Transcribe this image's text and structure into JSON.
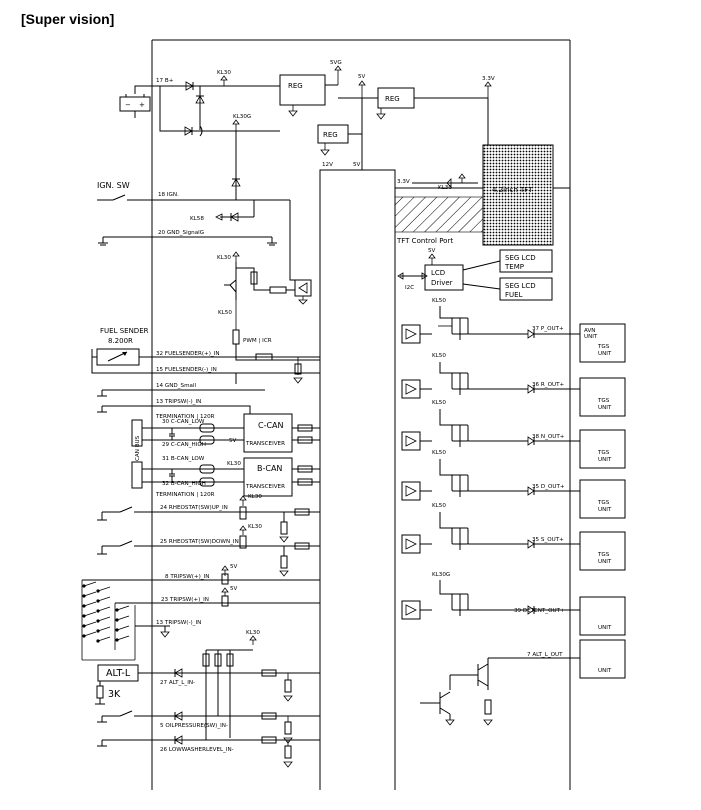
{
  "title": "[Super vision]",
  "labels": {
    "b_plus": "17 B+",
    "kl30_top": "KL30",
    "reg1": "REG",
    "reg2": "REG",
    "reg3": "REG",
    "v5_a": "5VG",
    "v5_b": "5V",
    "v33_a": "3.3V",
    "kl30g": "KL30G",
    "v12": "12V",
    "v5_c": "5V",
    "v33_b": "3.3V",
    "kl30_lcd": "KL30",
    "tft": "4.2inch TFT",
    "tft_port": "TFT Control Port",
    "ign_sw": "IGN. SW",
    "ign": "18 IGN.",
    "kl58": "KL58",
    "gnd_signal": "20 GND_SignalG",
    "kl30_mid": "KL30",
    "kl50": "KL50",
    "pwm": "PWM | ICR",
    "v5_lcd": "5V",
    "seg_temp_1": "SEG LCD",
    "seg_temp_2": "TEMP",
    "lcd_drv_1": "LCD",
    "lcd_drv_2": "Driver",
    "i2c": "I2C",
    "seg_fuel_1": "SEG LCD",
    "seg_fuel_2": "FUEL",
    "fuel_sender": "FUEL SENDER",
    "fuel_ohm": "8.200R",
    "fuel_hi": "32 FUELSENDER(+)_IN",
    "fuel_lo": "15 FUELSENDER(-)_IN",
    "gnd_small": "14 GND_Small",
    "trip_minus": "13 TRIPSW(-)_IN",
    "term1": "TERMINATION | 120R",
    "c_can_low": "30 C-CAN_LOW",
    "c_can_high": "29 C-CAN_HIGH",
    "c_can": "C-CAN",
    "transceiver1": "TRANSCEIVER",
    "can_bus": "CAN BUS",
    "b_can_low": "31 B-CAN_LOW",
    "b_can_high": "32 B-CAN_HIGH",
    "b_can": "B-CAN",
    "transceiver2": "TRANSCEIVER",
    "term2": "TERMINATION | 120R",
    "v5_can": "5V",
    "kl30_can": "KL30",
    "kl30_rheo": "KL30",
    "rheo_up": "24 RHEOSTAT(SW)UP_IN",
    "kl30_rheo2": "KL30",
    "rheo_down": "25 RHEOSTAT(SW)DOWN_IN",
    "v5_trip1": "5V",
    "trip_plus": "8 TRIPSW(+)_IN",
    "v5_trip2": "5V",
    "trip_plus2": "23 TRIPSW(+)_IN",
    "trip_minus2": "13 TRIPSW(-)_IN",
    "alt_l": "ALT-L",
    "r3k": "3K",
    "kl30_alt": "KL30",
    "alt_in": "27 ALT_L_IN-",
    "oil": "5 OILPRESSURE(SW)_IN-",
    "washer": "26 LOWWASHERLEVEL_IN-",
    "kl50_1": "KL50",
    "kl50_2": "KL50",
    "kl50_3": "KL50",
    "kl50_4": "KL50",
    "kl50_5": "KL50",
    "kl30g_out": "KL30G",
    "out1": "37 P_OUT+",
    "out2": "36 R_OUT+",
    "out3": "38 N_OUT+",
    "out4": "35 D_OUT+",
    "out5": "35 S_OUT+",
    "out6": "39 DETENT_OUT+",
    "out7": "7 ALT_L_OUT",
    "unit1_a": "AVN",
    "unit1_b": "UNIT",
    "unit1_c": "TGS",
    "unit1_d": "UNIT",
    "unit2_a": "TGS",
    "unit2_b": "UNIT",
    "unit3_a": "TGS",
    "unit3_b": "UNIT",
    "unit4_a": "TGS",
    "unit4_b": "UNIT",
    "unit5_a": "TGS",
    "unit5_b": "UNIT",
    "unit6": "UNIT",
    "unit7": "UNIT"
  }
}
